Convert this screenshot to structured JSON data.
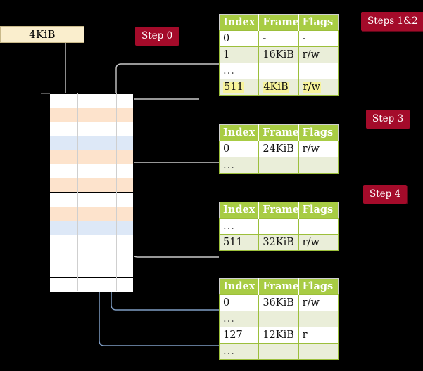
{
  "diagram": {
    "title_box": {
      "label": "4KiB"
    },
    "badges": [
      {
        "name": "step-0",
        "label": "Step 0"
      },
      {
        "name": "steps-1-2",
        "label": "Steps 1&2"
      },
      {
        "name": "step-3",
        "label": "Step 3"
      },
      {
        "name": "step-4",
        "label": "Step 4"
      }
    ],
    "colors": {
      "badge_bg": "#a40b2a",
      "table_header_bg": "#a8cc44",
      "table_alt_row_bg": "#eaeed9",
      "highlight": "#f7f39a",
      "source_box_bg": "#faeecd",
      "memory_orange": "#fde3cc",
      "memory_blue": "#dde8f7",
      "wire_gray": "#c9c9c9",
      "wire_blue": "#7f9dc4"
    },
    "memory_column": {
      "name": "physical-memory-column",
      "rows": [
        {
          "fill": "white"
        },
        {
          "fill": "orange"
        },
        {
          "fill": "white"
        },
        {
          "fill": "blue"
        },
        {
          "fill": "orange"
        },
        {
          "fill": "white"
        },
        {
          "fill": "orange"
        },
        {
          "fill": "white"
        },
        {
          "fill": "orange"
        },
        {
          "fill": "blue"
        },
        {
          "fill": "white"
        },
        {
          "fill": "white"
        },
        {
          "fill": "white"
        },
        {
          "fill": "white"
        }
      ]
    },
    "tables": [
      {
        "name": "page-table-level-0",
        "columns": [
          "Index",
          "Frame",
          "Flags"
        ],
        "rows": [
          {
            "cells": [
              "0",
              "-",
              "-"
            ],
            "band": "odd",
            "highlight": false
          },
          {
            "cells": [
              "1",
              "16KiB",
              "r/w"
            ],
            "band": "even",
            "highlight": false
          },
          {
            "cells": [
              "...",
              "",
              ""
            ],
            "band": "odd",
            "highlight": false,
            "dots": true
          },
          {
            "cells": [
              "511",
              "4KiB",
              "r/w"
            ],
            "band": "even",
            "highlight": true
          }
        ]
      },
      {
        "name": "page-table-level-1",
        "columns": [
          "Index",
          "Frame",
          "Flags"
        ],
        "rows": [
          {
            "cells": [
              "0",
              "24KiB",
              "r/w"
            ],
            "band": "odd",
            "highlight": false
          },
          {
            "cells": [
              "...",
              "",
              ""
            ],
            "band": "even",
            "highlight": false,
            "dots": true
          }
        ]
      },
      {
        "name": "page-table-level-2",
        "columns": [
          "Index",
          "Frame",
          "Flags"
        ],
        "rows": [
          {
            "cells": [
              "...",
              "",
              ""
            ],
            "band": "odd",
            "highlight": false,
            "dots": true
          },
          {
            "cells": [
              "511",
              "32KiB",
              "r/w"
            ],
            "band": "even",
            "highlight": false
          }
        ]
      },
      {
        "name": "page-table-level-3",
        "columns": [
          "Index",
          "Frame",
          "Flags"
        ],
        "rows": [
          {
            "cells": [
              "0",
              "36KiB",
              "r/w"
            ],
            "band": "odd",
            "highlight": false
          },
          {
            "cells": [
              "...",
              "",
              ""
            ],
            "band": "even",
            "highlight": false,
            "dots": true
          },
          {
            "cells": [
              "127",
              "12KiB",
              "r"
            ],
            "band": "odd",
            "highlight": false
          },
          {
            "cells": [
              "...",
              "",
              ""
            ],
            "band": "even",
            "highlight": false,
            "dots": true
          }
        ]
      }
    ]
  }
}
